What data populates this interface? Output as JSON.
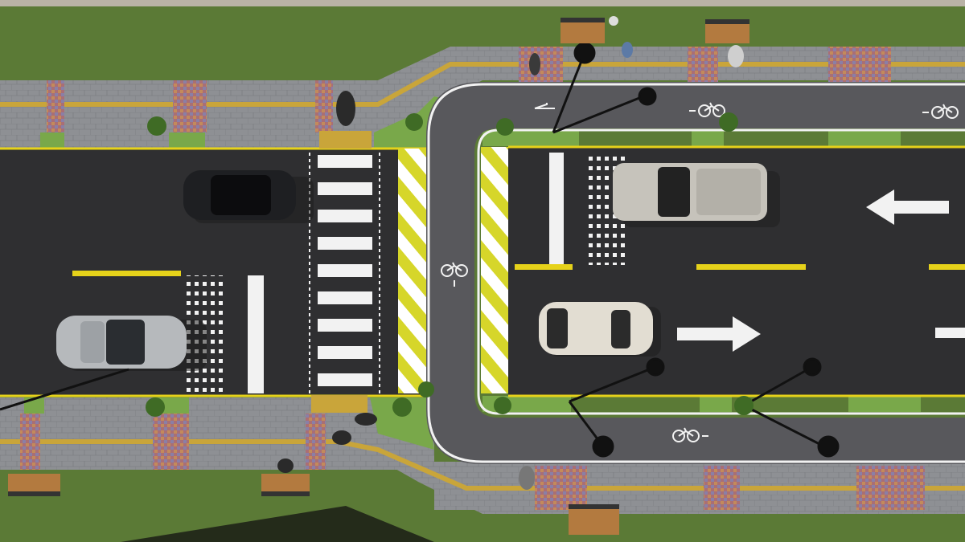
{
  "scene": {
    "description_id": "top-down-street-intersection",
    "colors": {
      "grass": "#5b7a36",
      "grass_light": "#79a84a",
      "asphalt": "#2f2f31",
      "bike_lane": "#58585c",
      "sidewalk": "#8e9094",
      "sidewalk_tile": "#9b9da1",
      "tactile_yellow": "#c9a53a",
      "yellow_line": "#e6d21a",
      "white_line": "#f2f2f2",
      "hatch_yellow": "#d6d62a",
      "colored_tiles": "#b0717a",
      "bench_wood": "#b37a3f",
      "shadow": "#1a1a1a",
      "top_strip": "#b9b3a6"
    },
    "icons": {
      "bike_symbol": "bicycle-icon",
      "direction_arrow": "arrow-icon"
    },
    "traffic": {
      "left_arrow_direction": "west",
      "right_arrow_direction": "east"
    }
  }
}
